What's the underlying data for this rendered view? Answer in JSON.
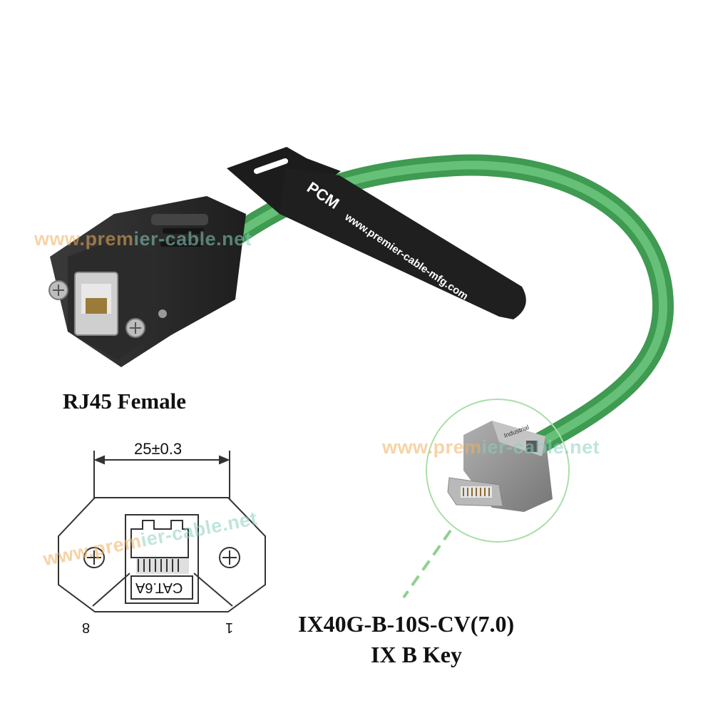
{
  "labels": {
    "female_connector": "RJ45 Female",
    "part_number": "IX40G-B-10S-CV(7.0)",
    "key_type": "IX B Key"
  },
  "drawing": {
    "dimension": "25±0.3",
    "jack_marking": "CAT.6A",
    "pin_left": "8",
    "pin_right": "1"
  },
  "strap": {
    "logo": "PCM",
    "url": "www.premier-cable-mfg.com"
  },
  "connector_marks": {
    "text": "Industrial"
  },
  "watermarks": {
    "top": [
      "www.prem",
      "ier-cable.net"
    ],
    "middle": [
      "www.prem",
      "ier-cable.net"
    ],
    "drawing": [
      "www.prem",
      "ier-cable.net"
    ]
  },
  "colors": {
    "cable": "#55b066",
    "strap": "#1c1c1c",
    "housing": "#2a2a2a",
    "ix_connector": "#8e8e8e",
    "leader": "#8fd090"
  }
}
